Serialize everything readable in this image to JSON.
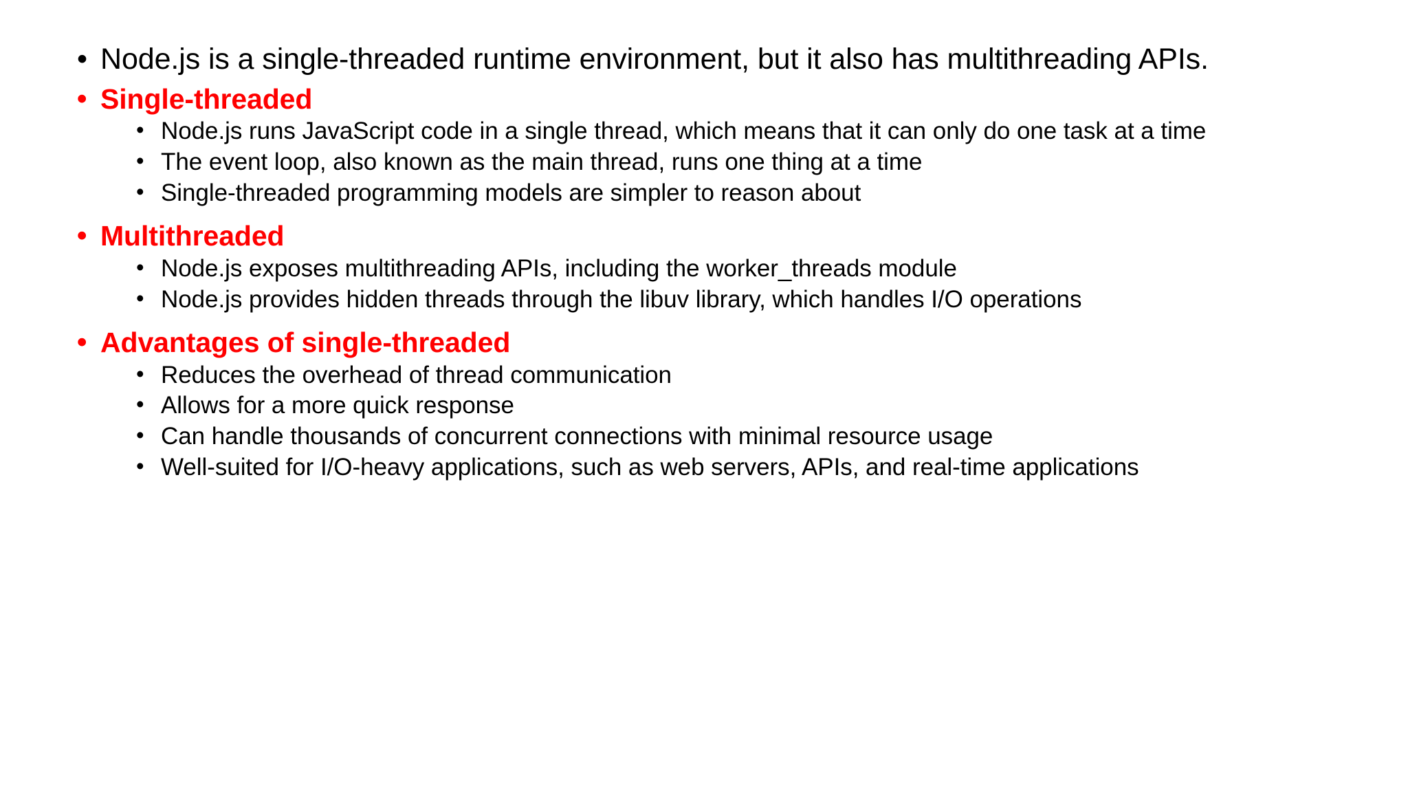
{
  "slide": {
    "background_color": "#ffffff",
    "accent_color": "#ff0000",
    "text_color": "#000000",
    "bullet_glyph": "•",
    "intro": {
      "text": "Node.js is a single-threaded runtime environment, but it also has multithreading APIs."
    },
    "sections": [
      {
        "heading": "Single-threaded",
        "items": [
          "Node.js runs JavaScript code in a single thread, which means that it can only do one task at a time",
          "The event loop, also known as the main thread, runs one thing at a time",
          "Single-threaded programming models are simpler to reason about"
        ]
      },
      {
        "heading": "Multithreaded",
        "items": [
          "Node.js exposes multithreading APIs, including the worker_threads module",
          "Node.js provides hidden threads through the libuv library, which handles I/O operations"
        ]
      },
      {
        "heading": "Advantages of single-threaded",
        "items": [
          "Reduces the overhead of thread communication",
          "Allows for a more quick response",
          "Can handle thousands of concurrent connections with minimal resource usage",
          "Well-suited for I/O-heavy applications, such as web servers, APIs, and real-time applications"
        ]
      }
    ]
  }
}
